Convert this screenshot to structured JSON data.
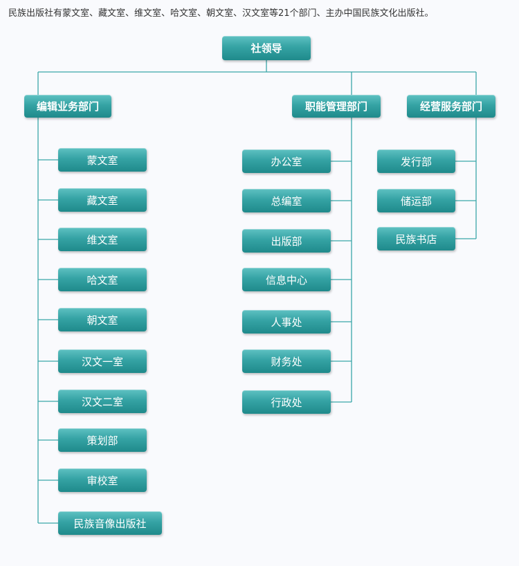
{
  "intro_text": "民族出版社有蒙文室、藏文室、维文室、哈文室、朝文室、汉文室等21个部门、主办中国民族文化出版社。",
  "colors": {
    "box": "#2a9a9b",
    "line": "#3aa6a8",
    "background": "#f9fafd"
  },
  "root": {
    "label": "社领导"
  },
  "departments": [
    {
      "name": "编辑业务部门",
      "units": [
        "蒙文室",
        "藏文室",
        "维文室",
        "哈文室",
        "朝文室",
        "汉文一室",
        "汉文二室",
        "策划部",
        "审校室",
        "民族音像出版社"
      ]
    },
    {
      "name": "职能管理部门",
      "units": [
        "办公室",
        "总编室",
        "出版部",
        "信息中心",
        "人事处",
        "财务处",
        "行政处"
      ]
    },
    {
      "name": "经营服务部门",
      "units": [
        "发行部",
        "储运部",
        "民族书店"
      ]
    }
  ]
}
